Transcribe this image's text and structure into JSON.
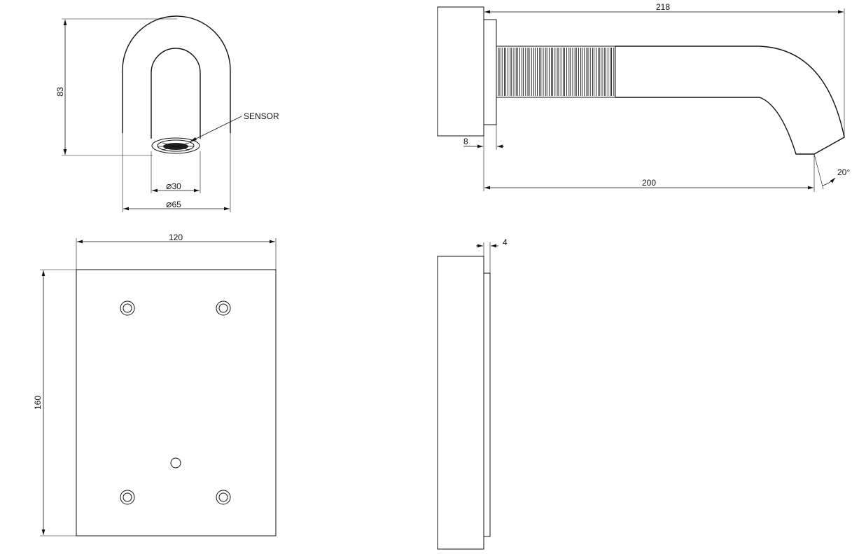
{
  "dimensions": {
    "height_83": "83",
    "dia_30": "30",
    "dia_65": "65",
    "length_218": "218",
    "length_200": "200",
    "flange_8": "8",
    "angle_20": "20°",
    "plate_width_120": "120",
    "plate_height_160": "160",
    "plate_thickness_4": "4"
  },
  "labels": {
    "sensor": "SENSOR",
    "diameter_symbol": "⌀"
  },
  "colors": {
    "line": "#111111",
    "background": "#ffffff"
  }
}
